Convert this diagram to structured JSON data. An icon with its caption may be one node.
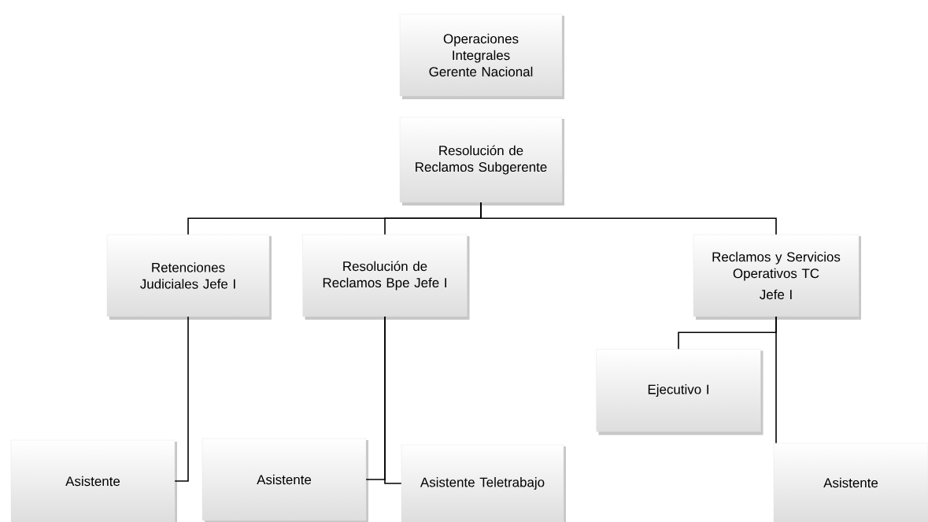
{
  "diagram": {
    "nodes": [
      {
        "text": [
          "Operaciones Integrales Gerente Nacional"
        ]
      },
      {
        "text": [
          "Resolución de Reclamos Subgerente"
        ]
      },
      {
        "text": [
          "Retenciones Judiciales Jefe I"
        ]
      },
      {
        "text": [
          "Resolución de Reclamos Bpe Jefe I"
        ]
      },
      {
        "text": [
          "Reclamos y Servicios Operativos TC",
          "Jefe I"
        ]
      },
      {
        "text": [
          "Ejecutivo I"
        ]
      },
      {
        "text": [
          "Asistente"
        ]
      },
      {
        "text": [
          "Asistente"
        ]
      },
      {
        "text": [
          "Asistente Teletrabajo"
        ]
      },
      {
        "text": [
          "Asistente"
        ]
      }
    ],
    "edges": [
      {
        "from": 1,
        "to": 2,
        "arrow": "none"
      },
      {
        "from": 1,
        "to": 3,
        "arrow": "none"
      },
      {
        "from": 1,
        "to": 4,
        "arrow": "none"
      },
      {
        "from": 2,
        "to": 6,
        "arrow": "none"
      },
      {
        "from": 3,
        "to": 7,
        "arrow": "none"
      },
      {
        "from": 3,
        "to": 8,
        "arrow": "none"
      },
      {
        "from": 4,
        "to": 5,
        "arrow": "none"
      },
      {
        "from": 4,
        "to": 9,
        "arrow": "none"
      }
    ]
  }
}
